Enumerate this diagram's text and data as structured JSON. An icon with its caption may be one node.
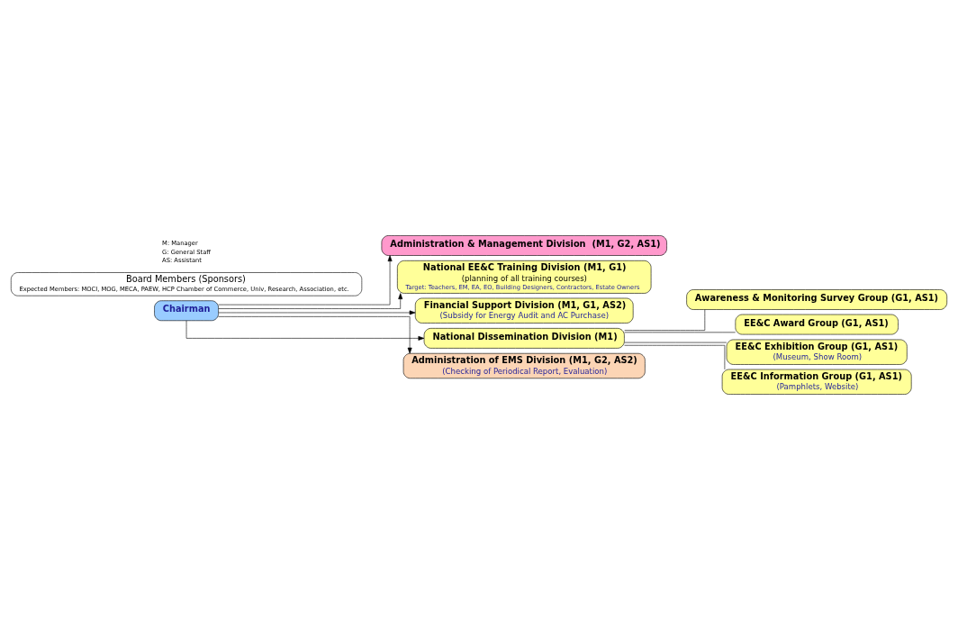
{
  "diagram": {
    "nodes": [
      {
        "text": [
          "Chairman"
        ]
      },
      {
        "text": [
          "Board Members (Sponsors)",
          "Expected Members: MOCI, MOG, MECA, PAEW, HCP Chamber of Commerce, Univ, Research, Association, etc."
        ]
      },
      {
        "text": [
          "Administration & Management Division  (M1, G2, AS1)"
        ]
      },
      {
        "text": [
          "National EE&C Training Division (M1, G1)",
          "(planning of all training courses)",
          "Target: Teachers, EM, EA, EO, Building Designers, Contractors, Estate Owners"
        ]
      },
      {
        "text": [
          "Financial Support Division (M1, G1, AS2)",
          "(Subsidy for Energy Audit and AC Purchase)"
        ]
      },
      {
        "text": [
          "National Dissemination Division (M1)"
        ]
      },
      {
        "text": [
          "Awareness & Monitoring Survey Group (G1, AS1)"
        ]
      },
      {
        "text": [
          "EE&C Award Group (G1, AS1)"
        ]
      },
      {
        "text": [
          "EE&C Exhibition Group (G1, AS1)",
          "(Museum, Show Room)"
        ]
      },
      {
        "text": [
          "EE&C Information Group (G1, AS1)",
          "(Pamphlets, Website)"
        ]
      },
      {
        "text": [
          "Administration of EMS Division (M1, G2, AS2)",
          "(Checking of Periodical Report, Evaluation)"
        ]
      }
    ],
    "edges": [
      {
        "from": 0,
        "to": 2,
        "arrow": "to"
      },
      {
        "from": 0,
        "to": 3,
        "arrow": "to"
      },
      {
        "from": 0,
        "to": 4,
        "arrow": "to"
      },
      {
        "from": 0,
        "to": 5,
        "arrow": "to"
      },
      {
        "from": 5,
        "to": 6,
        "arrow": "none"
      },
      {
        "from": 5,
        "to": 7,
        "arrow": "none"
      },
      {
        "from": 5,
        "to": 8,
        "arrow": "none"
      },
      {
        "from": 5,
        "to": 9,
        "arrow": "none"
      },
      {
        "from": 0,
        "to": 10,
        "arrow": "to"
      }
    ],
    "labels": [
      "M: Manager",
      "G: General Staff",
      "AS: Assistant"
    ]
  }
}
